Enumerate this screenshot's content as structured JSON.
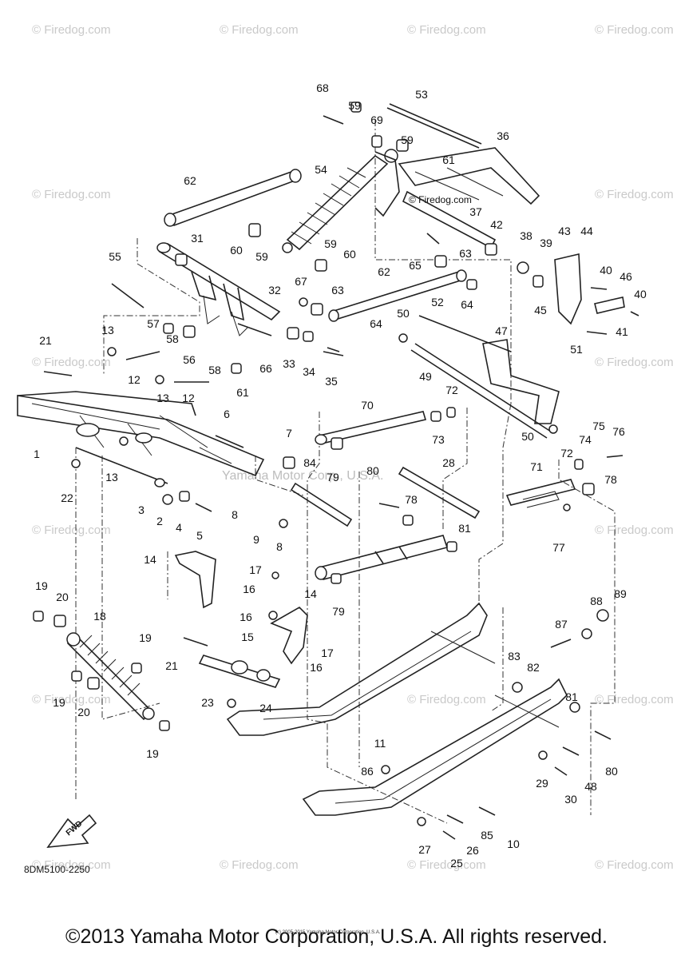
{
  "watermark": "© Firedog.com",
  "center_watermark": "Yamaha Motor Corp., U.S.A.",
  "stamp": "© Firedog.com",
  "diagram_code": "8DM5100-2250",
  "fwd_label": "FWD",
  "tiny_copyright": "(c) 2005-2015 Yamaha Motor Corporation, U.S.A.",
  "copyright": "©2013 Yamaha Motor Corporation, U.S.A. All rights reserved.",
  "callouts": [
    "1",
    "2",
    "3",
    "4",
    "5",
    "6",
    "7",
    "8",
    "8",
    "9",
    "10",
    "11",
    "12",
    "12",
    "13",
    "13",
    "13",
    "14",
    "14",
    "15",
    "16",
    "16",
    "16",
    "17",
    "17",
    "18",
    "19",
    "19",
    "19",
    "19",
    "20",
    "20",
    "21",
    "21",
    "22",
    "23",
    "24",
    "25",
    "26",
    "27",
    "28",
    "29",
    "30",
    "31",
    "32",
    "33",
    "34",
    "35",
    "36",
    "37",
    "38",
    "39",
    "40",
    "40",
    "41",
    "42",
    "43",
    "44",
    "45",
    "46",
    "47",
    "48",
    "49",
    "50",
    "50",
    "51",
    "52",
    "53",
    "54",
    "55",
    "56",
    "57",
    "58",
    "58",
    "59",
    "59",
    "59",
    "60",
    "60",
    "61",
    "61",
    "62",
    "62",
    "63",
    "63",
    "64",
    "64",
    "65",
    "66",
    "67",
    "68",
    "69",
    "70",
    "71",
    "72",
    "72",
    "73",
    "74",
    "75",
    "76",
    "77",
    "78",
    "78",
    "79",
    "79",
    "80",
    "80",
    "81",
    "81",
    "82",
    "83",
    "84",
    "85",
    "86",
    "87",
    "88",
    "89"
  ]
}
